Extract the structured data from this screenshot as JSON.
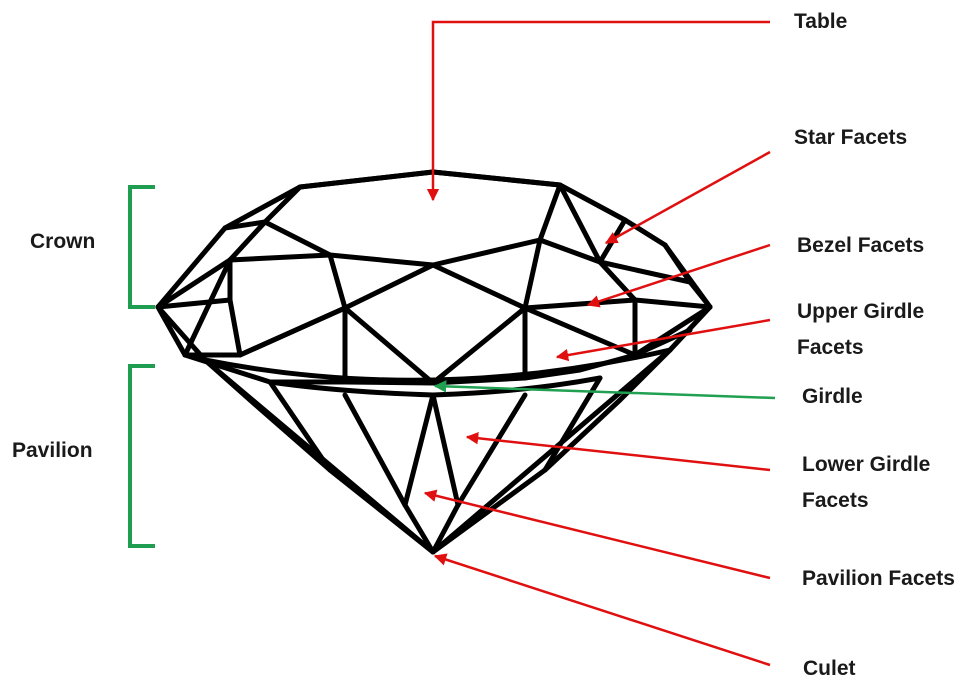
{
  "colors": {
    "outline": "#000000",
    "pointer_red": "#e01010",
    "pointer_green": "#20a050",
    "bracket_green": "#1f9e52",
    "label_text": "#1a1a1a"
  },
  "labels": {
    "table": "Table",
    "star_facets": "Star Facets",
    "bezel_facets": "Bezel Facets",
    "upper_girdle_line1": "Upper Girdle",
    "upper_girdle_line2": "Facets",
    "girdle": "Girdle",
    "lower_girdle_line1": "Lower Girdle",
    "lower_girdle_line2": "Facets",
    "pavilion_facets": "Pavilion Facets",
    "culet": "Culet",
    "crown": "Crown",
    "pavilion": "Pavilion"
  }
}
